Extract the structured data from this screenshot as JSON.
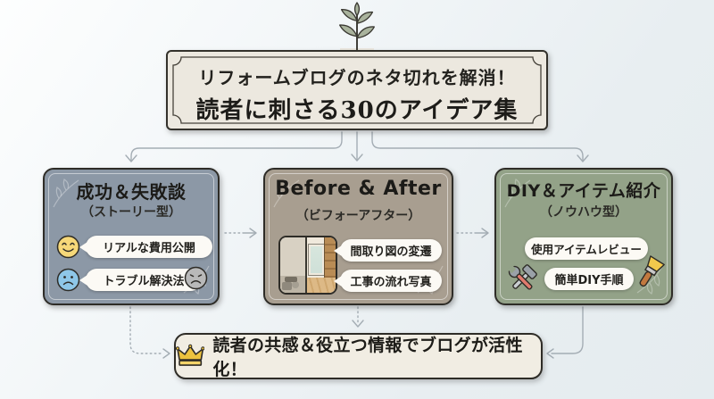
{
  "title": {
    "line1": "リフォームブログのネタ切れを解消！",
    "line2": "読者に刺さる30のアイデア集"
  },
  "branches": [
    {
      "title": "成功＆失敗談",
      "subtitle": "（ストーリー型）",
      "items": [
        "リアルな費用公開",
        "トラブル解決法"
      ]
    },
    {
      "title": "Before & After",
      "subtitle": "（ビフォーアフター）",
      "items": [
        "間取り図の変遷",
        "工事の流れ写真"
      ]
    },
    {
      "title": "DIY＆アイテム紹介",
      "subtitle": "（ノウハウ型）",
      "items": [
        "使用アイテムレビュー",
        "簡単DIY手順"
      ]
    }
  ],
  "conclusion": {
    "text": "読者の共感＆役立つ情報でブログが活性化！"
  },
  "icons": {
    "header_decoration": "leaf-branch-icon",
    "story_item1": "smiling-face-icon",
    "story_item2": "sad-face-blue-icon",
    "story_side": "sad-face-gray-icon",
    "before_after_thumbnail": "room-before-after-photo",
    "diy_tools": "hammer-and-wrench-icon",
    "diy_brush": "paintbrush-icon",
    "conclusion_badge": "crown-icon"
  },
  "colors": {
    "story_box": "#8c98a6",
    "before_after_box": "#a89e90",
    "diy_box": "#93a288",
    "plaque_cream": "#ece8df",
    "pill_white": "#fcfaf5",
    "crown_gold": "#ecc23e",
    "arrow_gray": "#a4adb4",
    "outline_dark": "#2e2c27"
  }
}
